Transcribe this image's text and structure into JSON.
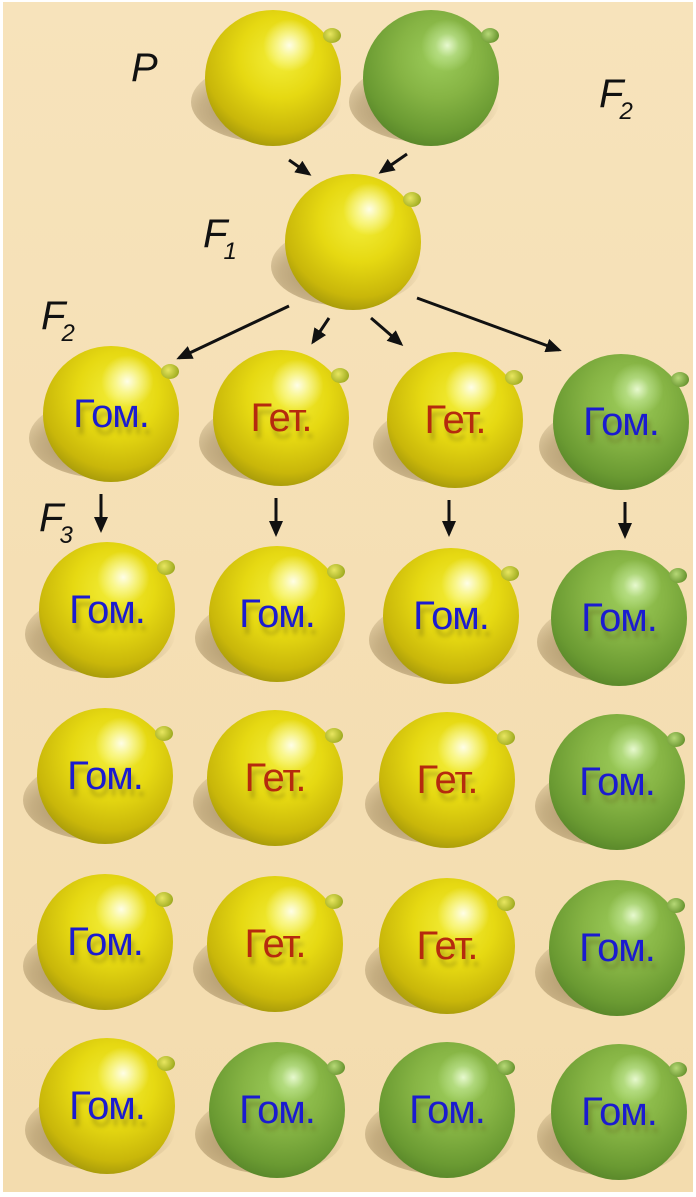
{
  "labels": {
    "parents": "P",
    "f1": {
      "letter": "F",
      "index": "1"
    },
    "f2_left": {
      "letter": "F",
      "index": "2"
    },
    "f2_right": {
      "letter": "F",
      "index": "2"
    },
    "f3": {
      "letter": "F",
      "index": "3"
    }
  },
  "colors": {
    "yellow_pea": "#e6d912",
    "green_pea": "#86b444",
    "homozygous_text": "#1b1bd0",
    "heterozygous_text": "#b52a0e",
    "background": "#f5dfb4"
  },
  "parents": [
    {
      "color": "yellow",
      "label": ""
    },
    {
      "color": "green",
      "label": ""
    }
  ],
  "f1": {
    "color": "yellow",
    "label": ""
  },
  "f2": [
    {
      "color": "yellow",
      "label": "Гом.",
      "type": "hom"
    },
    {
      "color": "yellow",
      "label": "Гет.",
      "type": "het"
    },
    {
      "color": "yellow",
      "label": "Гет.",
      "type": "het"
    },
    {
      "color": "green",
      "label": "Гом.",
      "type": "hom"
    }
  ],
  "f3": [
    [
      {
        "color": "yellow",
        "label": "Гом.",
        "type": "hom"
      },
      {
        "color": "yellow",
        "label": "Гом.",
        "type": "hom"
      },
      {
        "color": "yellow",
        "label": "Гом.",
        "type": "hom"
      },
      {
        "color": "green",
        "label": "Гом.",
        "type": "hom"
      }
    ],
    [
      {
        "color": "yellow",
        "label": "Гом.",
        "type": "hom"
      },
      {
        "color": "yellow",
        "label": "Гет.",
        "type": "het"
      },
      {
        "color": "yellow",
        "label": "Гет.",
        "type": "het"
      },
      {
        "color": "green",
        "label": "Гом.",
        "type": "hom"
      }
    ],
    [
      {
        "color": "yellow",
        "label": "Гом.",
        "type": "hom"
      },
      {
        "color": "yellow",
        "label": "Гет.",
        "type": "het"
      },
      {
        "color": "yellow",
        "label": "Гет.",
        "type": "het"
      },
      {
        "color": "green",
        "label": "Гом.",
        "type": "hom"
      }
    ],
    [
      {
        "color": "yellow",
        "label": "Гом.",
        "type": "hom"
      },
      {
        "color": "green",
        "label": "Гом.",
        "type": "hom"
      },
      {
        "color": "green",
        "label": "Гом.",
        "type": "hom"
      },
      {
        "color": "green",
        "label": "Гом.",
        "type": "hom"
      }
    ]
  ]
}
